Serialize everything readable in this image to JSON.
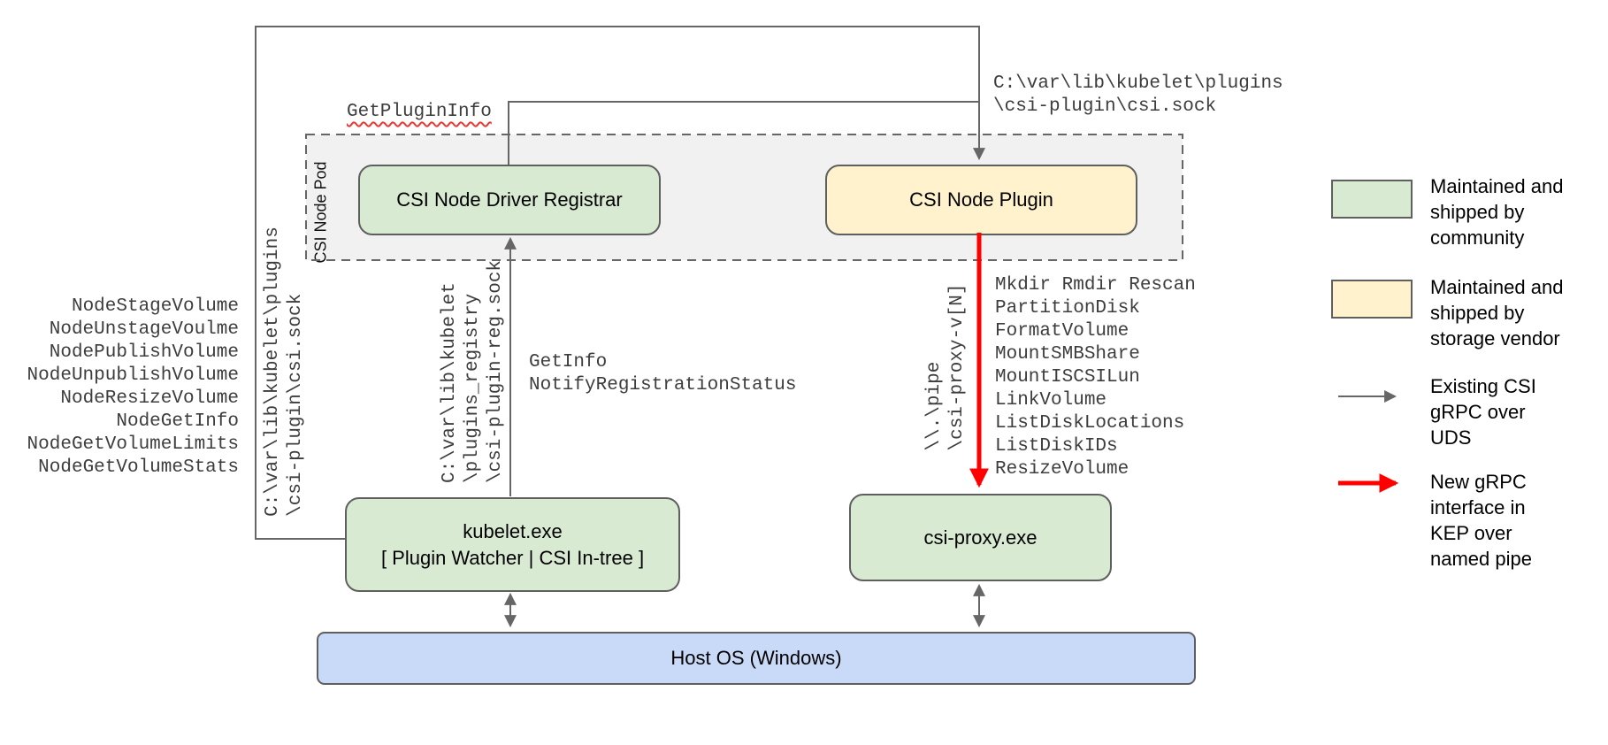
{
  "diagram": {
    "boxes": {
      "csi_node_pod": {
        "label": "CSI Node Pod"
      },
      "registrar": {
        "label": "CSI Node Driver Registrar"
      },
      "plugin": {
        "label": "CSI Node Plugin"
      },
      "kubelet": {
        "label": [
          "kubelet.exe",
          "[ Plugin Watcher | CSI In-tree ]"
        ]
      },
      "csi_proxy": {
        "label": "csi-proxy.exe"
      },
      "host_os": {
        "label": "Host OS (Windows)"
      }
    },
    "labels": {
      "get_plugin_info": "GetPluginInfo",
      "socket_path_top": [
        "C:\\var\\lib\\kubelet\\plugins",
        "\\csi-plugin\\csi.sock"
      ],
      "socket_path_left": [
        "C:\\var\\lib\\kubelet\\plugins",
        "\\csi-plugin\\csi.sock"
      ],
      "registry_socket": [
        "C:\\var\\lib\\kubelet",
        "\\plugins_registry",
        "\\csi-plugin-reg.sock"
      ],
      "named_pipe": [
        "\\\\.\\pipe",
        "\\csi-proxy-v[N]"
      ],
      "registration_rpcs": [
        "GetInfo",
        "NotifyRegistrationStatus"
      ],
      "node_rpcs": [
        "NodeStageVolume",
        "NodeUnstageVoulme",
        "NodePublishVolume",
        "NodeUnpublishVolume",
        "NodeResizeVolume",
        "NodeGetInfo",
        "NodeGetVolumeLimits",
        "NodeGetVolumeStats"
      ],
      "proxy_rpcs": [
        "Mkdir Rmdir Rescan",
        "PartitionDisk",
        "FormatVolume",
        "MountSMBShare",
        "MountISCSILun",
        "LinkVolume",
        "ListDiskLocations",
        "ListDiskIDs",
        "ResizeVolume"
      ]
    },
    "legend": {
      "items": [
        {
          "key": "community",
          "text": [
            "Maintained and",
            "shipped by",
            "community"
          ]
        },
        {
          "key": "vendor",
          "text": [
            "Maintained and",
            "shipped by",
            "storage vendor"
          ]
        },
        {
          "key": "existing_uds",
          "text": [
            "Existing CSI",
            "gRPC over",
            "UDS"
          ]
        },
        {
          "key": "new_pipe",
          "text": [
            "New gRPC",
            "interface in",
            "KEP over",
            "named pipe"
          ]
        }
      ]
    },
    "colors": {
      "community_green": "#d9ead3",
      "vendor_yellow": "#fff2cc",
      "host_blue": "#c9daf8",
      "pod_gray": "#f1f1f1",
      "line_gray": "#666666",
      "arrow_red": "#ff0000"
    }
  }
}
